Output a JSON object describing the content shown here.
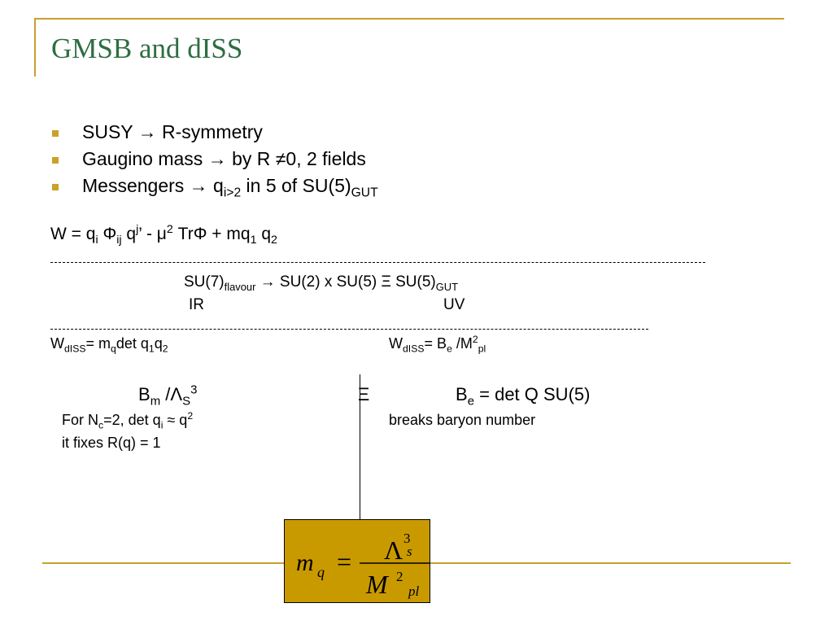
{
  "title": "GMSB and dISS",
  "bullets": [
    {
      "a": "SUSY  ",
      "arrow": "→",
      "b": " R-symmetry"
    },
    {
      "a": "Gaugino mass ",
      "arrow": "→",
      "b": " by R ≠0, 2 fields"
    },
    {
      "a": "Messengers ",
      "arrow": "→",
      "b": " q",
      "sub": "i>2",
      "c": " in 5 of SU(5)",
      "sub2": "GUT"
    }
  ],
  "superpotential": {
    "w": "W = q",
    "i": "i",
    "phi": " Φ",
    "ij": "ij",
    "q": " q",
    "j": "j",
    "rest": "’ - μ",
    "two": "2",
    "tr": " TrΦ + mq",
    "one": "1",
    "q2": " q",
    "two_b": "2"
  },
  "flavour_line": {
    "su7": "SU(7)",
    "flavour": "flavour",
    "arrow": "→",
    "mid": "  SU(2) x SU(5)  Ξ  SU(5)",
    "gut": "GUT"
  },
  "ir": "IR",
  "uv": "UV",
  "w_diss_left": {
    "w": "W",
    "sub": "dISS",
    "rest": "=  m",
    "q": "q",
    "det": "det q",
    "one": "1",
    "q2": "q",
    "two": "2"
  },
  "w_diss_right": {
    "w": "W",
    "sub": "dISS",
    "rest": "= B",
    "e": "e",
    "m": " /M",
    "two": "2",
    "pl": "pl"
  },
  "bm_line": {
    "b": "B",
    "m": "m",
    "lam": " /Λ",
    "s": "S",
    "three": "3"
  },
  "xi": "Ξ",
  "be_line": {
    "b": "B",
    "e": "e",
    "rest": "  = det Q   SU(5)"
  },
  "nc_line": {
    "a": "For N",
    "c": "c",
    "b": "=2, det q",
    "i": "i",
    "d": " ≈ q",
    "two": "2"
  },
  "fixes_line": "it fixes R(q) = 1",
  "baryon_line": "breaks baryon number",
  "formula": {
    "m": "m",
    "q": "q",
    "eq": "=",
    "lambda": "Λ",
    "three": "3",
    "s": "s",
    "M": "M",
    "two": "2",
    "pl": "pl"
  },
  "colors": {
    "title": "#2e6e42",
    "rule": "#c8a032",
    "bullet": "#c9a227",
    "box": "#c99a00"
  }
}
